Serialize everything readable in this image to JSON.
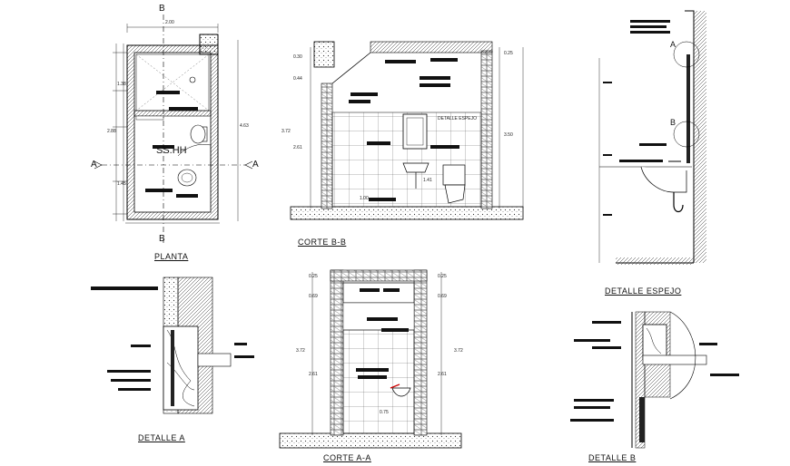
{
  "labels": {
    "planta": "PLANTA",
    "corte_bb": "CORTE B-B",
    "corte_aa": "CORTE A-A",
    "detalle_espejo": "DETALLE ESPEJO",
    "detalle_a": "DETALLE A",
    "detalle_b": "DETALLE B",
    "room": "SS.HH",
    "section_b_top": "B",
    "section_b_bottom": "B",
    "section_a_left": "A",
    "section_a_right": "A",
    "callout_a": "A",
    "callout_b": "B",
    "detalle_espejo_tag": "DETALLE ESPEJO"
  },
  "dims": {
    "plan_width": "2.00",
    "plan_height_total": "4.63",
    "plan_left_1": "1.38",
    "plan_left_2": "2.88",
    "plan_left_3": "1.45",
    "bb_top": "0.30",
    "bb_2": "0.44",
    "bb_total": "3.72",
    "bb_lower": "2.61",
    "bb_right": "0.25",
    "bb_right_total": "3.50",
    "bb_h1": "1.00",
    "bb_h2": "1.41",
    "aa_top": "0.25",
    "aa_2": "0.69",
    "aa_total": "3.72",
    "aa_lower": "2.61",
    "aa_right": "0.25",
    "aa_right2": "0.69",
    "aa_right_total": "3.72",
    "aa_right_lower": "2.61",
    "aa_floor": "0.75"
  }
}
